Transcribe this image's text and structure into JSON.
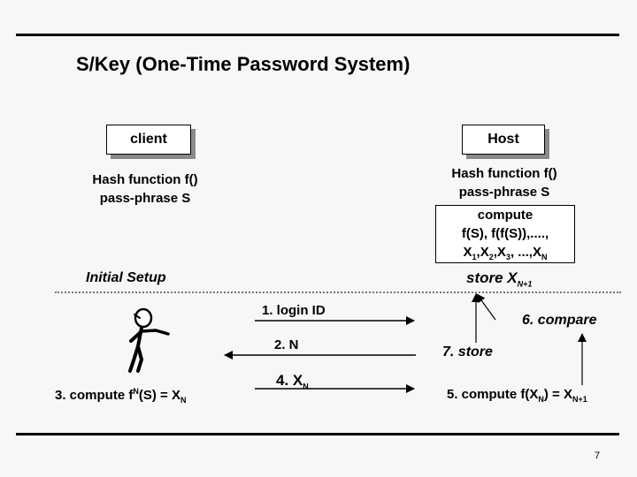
{
  "title": "S/Key (One-Time Password System)",
  "client": {
    "box_label": "client",
    "hash_line1": "Hash function f()",
    "hash_line2": "pass-phrase S",
    "compute": {
      "prefix": "3. compute f",
      "sup": "N",
      "mid": "(S) = X",
      "sub": "N"
    }
  },
  "host": {
    "box_label": "Host",
    "hash_line1": "Hash function f()",
    "hash_line2": "pass-phrase S",
    "compute_line1": "compute",
    "compute_line2": "f(S), f(f(S)),....,",
    "compute_line3": {
      "x": "X",
      "s1": "1",
      "comma1": ",X",
      "s2": "2",
      "comma2": ",X",
      "s3": "3",
      "dots": ", ...,X",
      "sN": "N"
    },
    "store": {
      "text": "store X",
      "sub": "N+1"
    }
  },
  "initial_setup": "Initial Setup",
  "messages": {
    "login": "1. login ID",
    "n": "2.  N",
    "xn": {
      "text": "4. X",
      "sub": "N"
    }
  },
  "steps": {
    "compare": "6. compare",
    "store": "7. store",
    "compute": {
      "text1": "5. compute f(X",
      "sub1": "N",
      "text2": ") = X",
      "sub2": "N+1"
    }
  },
  "page_number": "7"
}
